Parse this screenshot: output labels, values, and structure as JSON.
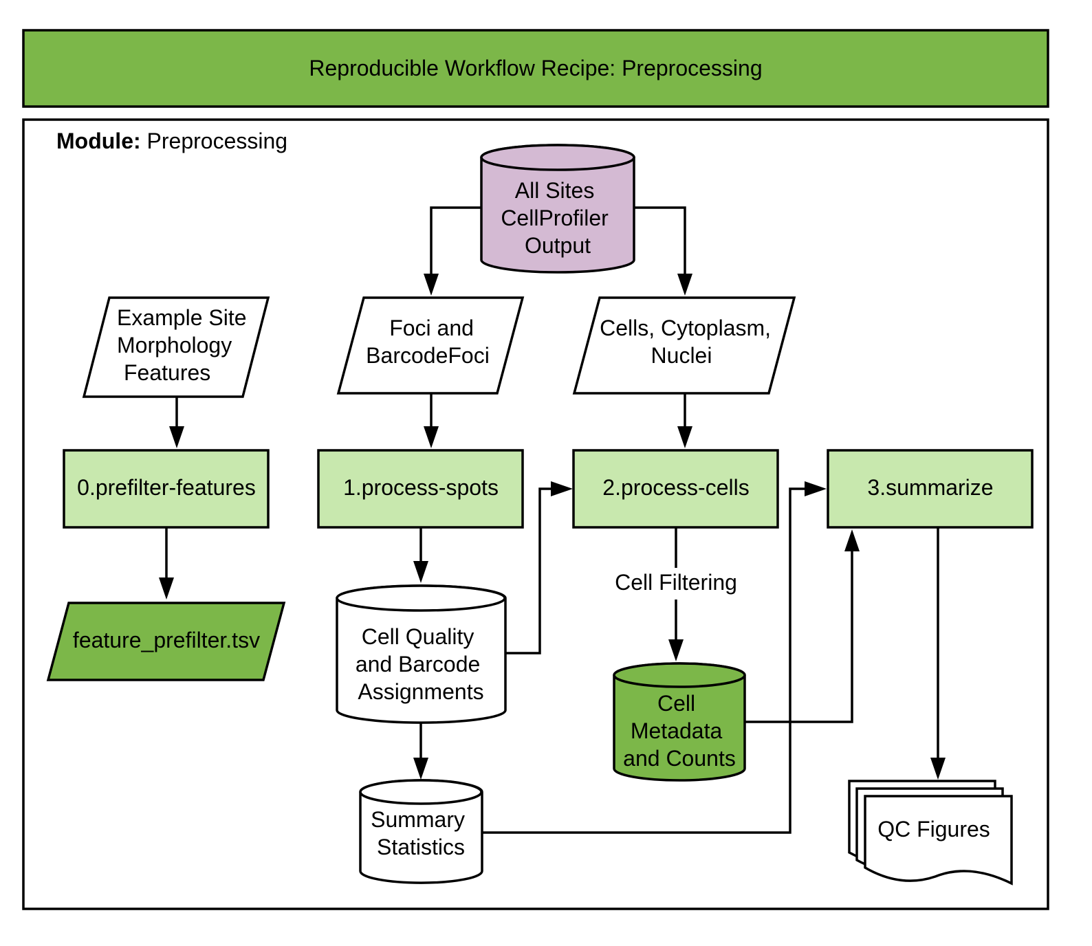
{
  "colors": {
    "header_green": "#7cb749",
    "process_green": "#c8e8ae",
    "output_green": "#7cb749",
    "input_purple": "#d4bad3",
    "stroke": "#000000",
    "background": "#ffffff"
  },
  "header": {
    "title": "Reproducible Workflow Recipe: Preprocessing"
  },
  "module": {
    "label_bold": "Module:",
    "label_rest": " Preprocessing"
  },
  "nodes": {
    "all_sites": {
      "lines": [
        "All Sites",
        "CellProfiler",
        "Output"
      ],
      "shape": "cylinder"
    },
    "example_site": {
      "lines": [
        "Example Site",
        "Morphology",
        "Features"
      ],
      "shape": "parallelogram"
    },
    "foci": {
      "lines": [
        "Foci and",
        "BarcodeFoci"
      ],
      "shape": "parallelogram"
    },
    "cells_input": {
      "lines": [
        "Cells, Cytoplasm,",
        "Nuclei"
      ],
      "shape": "parallelogram"
    },
    "step0": {
      "lines": [
        "0.prefilter-features"
      ],
      "shape": "process"
    },
    "step1": {
      "lines": [
        "1.process-spots"
      ],
      "shape": "process"
    },
    "step2": {
      "lines": [
        "2.process-cells"
      ],
      "shape": "process"
    },
    "step3": {
      "lines": [
        "3.summarize"
      ],
      "shape": "process"
    },
    "feature_prefilter": {
      "lines": [
        "feature_prefilter.tsv"
      ],
      "shape": "parallelogram"
    },
    "cell_quality": {
      "lines": [
        "Cell Quality",
        "and Barcode",
        "Assignments"
      ],
      "shape": "cylinder"
    },
    "cell_metadata": {
      "lines": [
        "Cell",
        "Metadata",
        "and Counts"
      ],
      "shape": "cylinder"
    },
    "summary_stats": {
      "lines": [
        "Summary",
        "Statistics"
      ],
      "shape": "cylinder"
    },
    "qc_figures": {
      "lines": [
        "QC Figures"
      ],
      "shape": "multi-document"
    }
  },
  "edges": [
    {
      "from": "all_sites",
      "to": "foci"
    },
    {
      "from": "all_sites",
      "to": "cells_input"
    },
    {
      "from": "example_site",
      "to": "step0"
    },
    {
      "from": "foci",
      "to": "step1"
    },
    {
      "from": "cells_input",
      "to": "step2"
    },
    {
      "from": "step0",
      "to": "feature_prefilter"
    },
    {
      "from": "step1",
      "to": "cell_quality"
    },
    {
      "from": "cell_quality",
      "to": "step2"
    },
    {
      "from": "cell_quality",
      "to": "summary_stats"
    },
    {
      "from": "step2",
      "to": "cell_metadata",
      "label": "Cell Filtering"
    },
    {
      "from": "cell_metadata",
      "to": "step3"
    },
    {
      "from": "summary_stats",
      "to": "step3"
    },
    {
      "from": "step3",
      "to": "qc_figures"
    }
  ]
}
